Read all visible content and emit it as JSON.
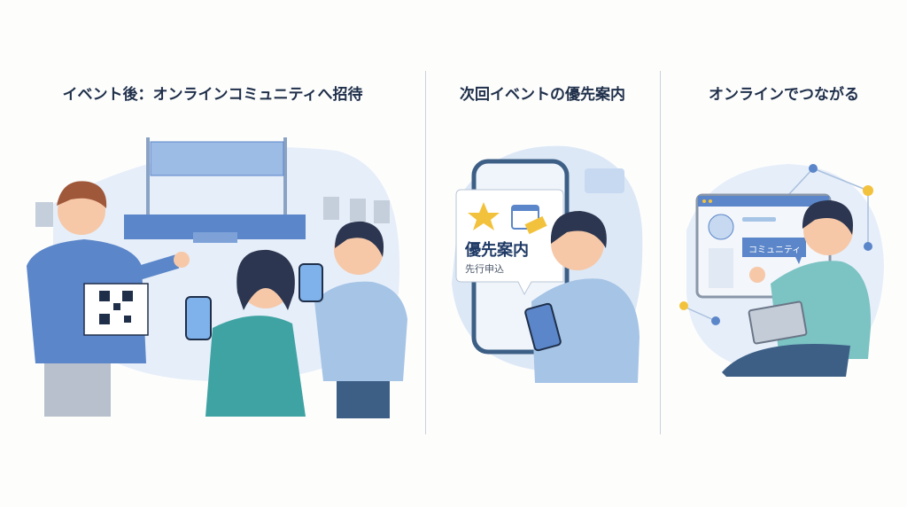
{
  "panels": [
    {
      "title": "イベント後：オンラインコミュニティへ招待"
    },
    {
      "title": "次回イベントの優先案内",
      "card_title": "優先案内",
      "card_subtitle": "先行申込"
    },
    {
      "title": "オンラインでつながる",
      "bubble": "コミュニティ"
    }
  ],
  "colors": {
    "blue": "#5b86c9",
    "light_blue": "#dde8f6",
    "teal": "#4aa8a8",
    "navy": "#1f2f4a",
    "yellow": "#f3c23c"
  }
}
